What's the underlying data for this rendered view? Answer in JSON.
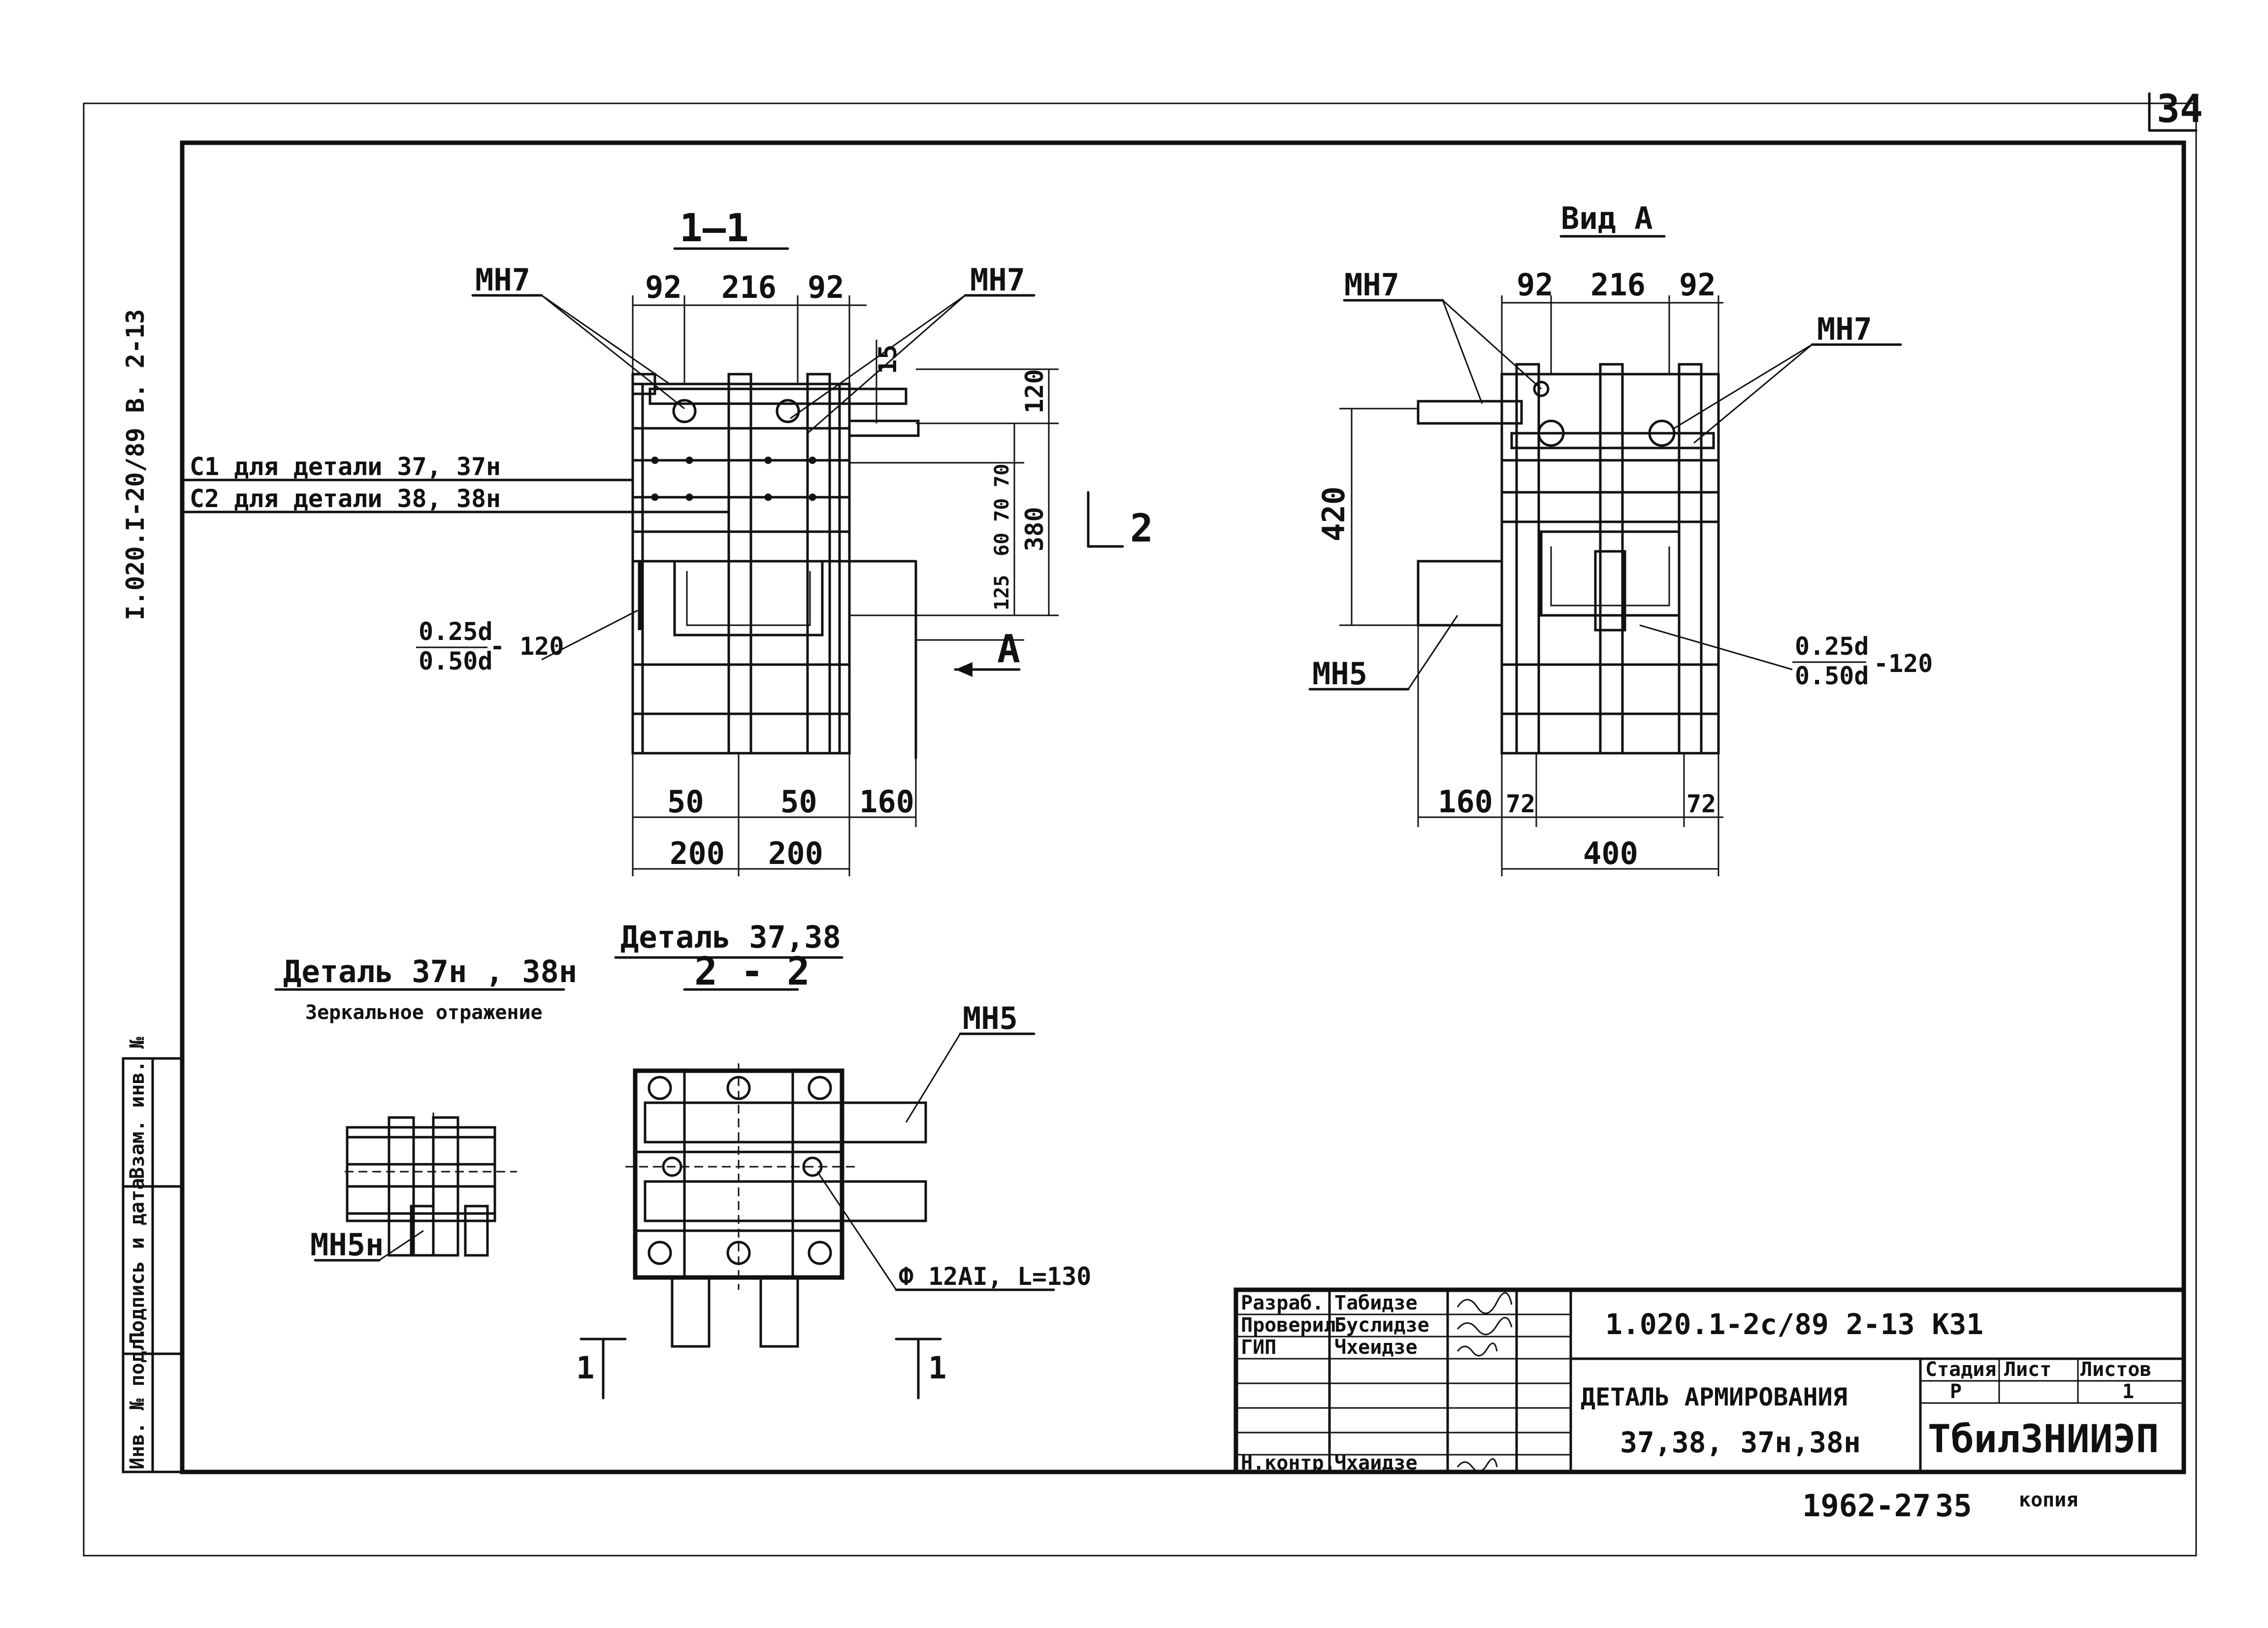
{
  "sheet": {
    "page_number": "34",
    "side_code": "I.020.I-20/89  В. 2-13",
    "bottom_note": "1962-27",
    "bottom_page": "35",
    "bottom_stamp": "копия"
  },
  "section_1_1": {
    "title": "1—1",
    "label_mn7_left": "МН7",
    "label_mn7_right": "МН7",
    "dim_top_a": "92",
    "dim_top_b": "216",
    "dim_top_c": "92",
    "dim_15": "15",
    "dim_120": "120",
    "dim_70a": "70",
    "dim_70b": "70",
    "dim_60": "60",
    "dim_125": "125",
    "dim_380": "380",
    "c1_label": "С1 для детали  37, 37н",
    "c2_label": "С2 для детали  38, 38н",
    "weld_num_a": "0.25d",
    "weld_num_b": "0.50d",
    "weld_len": "- 120",
    "arrow_2": "2",
    "arrow_a": "А",
    "dim_50a": "50",
    "dim_50b": "50",
    "dim_160": "160",
    "dim_200a": "200",
    "dim_200b": "200"
  },
  "view_a": {
    "title": "Вид  А",
    "label_mn7_left": "МН7",
    "label_mn7_right": "МН7",
    "label_mn5": "МН5",
    "dim_top_a": "92",
    "dim_top_b": "216",
    "dim_top_c": "92",
    "dim_420": "420",
    "weld_num_a": "0.25d",
    "weld_num_b": "0.50d",
    "weld_len": "-120",
    "dim_160": "160",
    "dim_72a": "72",
    "dim_72b": "72",
    "dim_400": "400"
  },
  "detail_mirror": {
    "title": "Деталь  37н , 38н",
    "subtitle": "Зеркальное отражение",
    "label": "МН5н"
  },
  "section_2_2": {
    "title_a": "Деталь  37,38",
    "title_b": "2 - 2",
    "label_mn5": "МН5",
    "bar_label": "Ф 12АI, L=130",
    "cut_left": "1",
    "cut_right": "1"
  },
  "side_stamp": {
    "cells": [
      "Взам. инв. №",
      "Подпись и дата",
      "Инв. № подл."
    ]
  },
  "title_block": {
    "roles": [
      "Разраб.",
      "Проверил",
      "ГИП",
      "",
      "",
      "",
      "Н.контр."
    ],
    "names": [
      "Табидзе",
      "Буслидзе",
      "Чхеидзе",
      "",
      "",
      "",
      "Чхаидзе"
    ],
    "doc_code": "1.020.1-2с/89  2-13  КЗ1",
    "drawing_title_a": "ДЕТАЛЬ АРМИРОВАНИЯ",
    "drawing_title_b": "37,38, 37н,38н",
    "stage_hdr": "Стадия",
    "sheet_hdr": "Лист",
    "sheets_hdr": "Листов",
    "stage": "Р",
    "sheets": "1",
    "org": "ТбилЗНИИЭП"
  }
}
